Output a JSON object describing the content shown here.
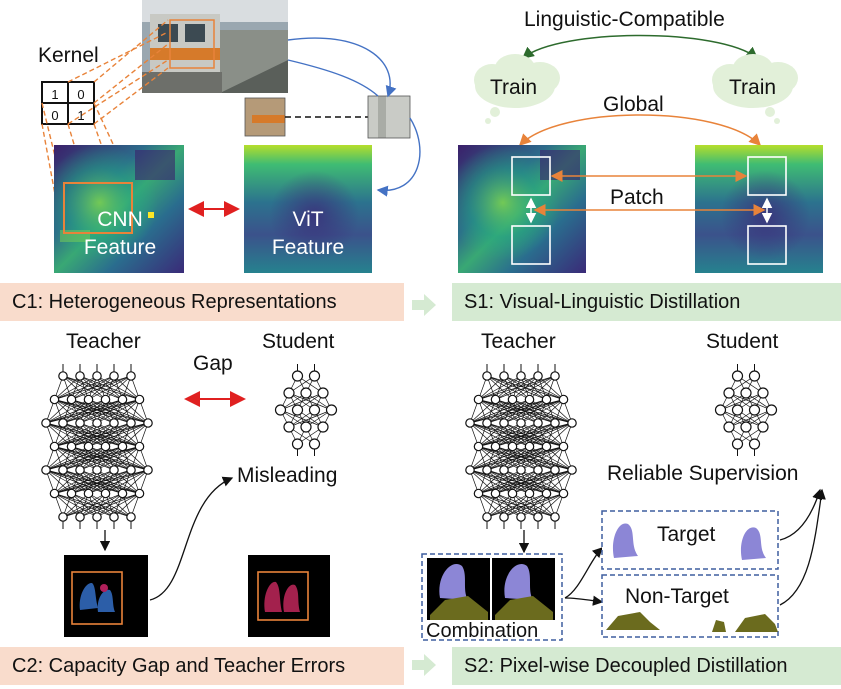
{
  "top_left": {
    "kernel_label": "Kernel",
    "kernel_values": [
      "1",
      "0",
      "0",
      "1"
    ],
    "cnn_feature_label": [
      "CNN",
      "Feature"
    ],
    "vit_feature_label": [
      "ViT",
      "Feature"
    ]
  },
  "top_right": {
    "linguistic_label": "Linguistic-Compatible",
    "train_left": "Train",
    "train_right": "Train",
    "global_label": "Global",
    "patch_label": "Patch"
  },
  "banners": {
    "c1": "C1: Heterogeneous Representations",
    "s1": "S1: Visual-Linguistic Distillation",
    "c2": "C2: Capacity Gap and Teacher Errors",
    "s2": "S2: Pixel-wise Decoupled Distillation"
  },
  "bottom_left": {
    "teacher": "Teacher",
    "student": "Student",
    "gap": "Gap",
    "misleading": "Misleading"
  },
  "bottom_right": {
    "teacher": "Teacher",
    "student": "Student",
    "reliable": "Reliable Supervision",
    "target": "Target",
    "non_target": "Non-Target",
    "combination": "Combination"
  },
  "colors": {
    "orange": "#e8833a",
    "blue": "#4472c4",
    "red": "#e02020",
    "dash_blue": "#3f5f9f",
    "banner_c": "#f9dccc",
    "banner_s": "#d5ead2",
    "cloud": "#e2f0d9",
    "seg_purple": "#8c86d6",
    "seg_olive": "#6b6b1e"
  }
}
